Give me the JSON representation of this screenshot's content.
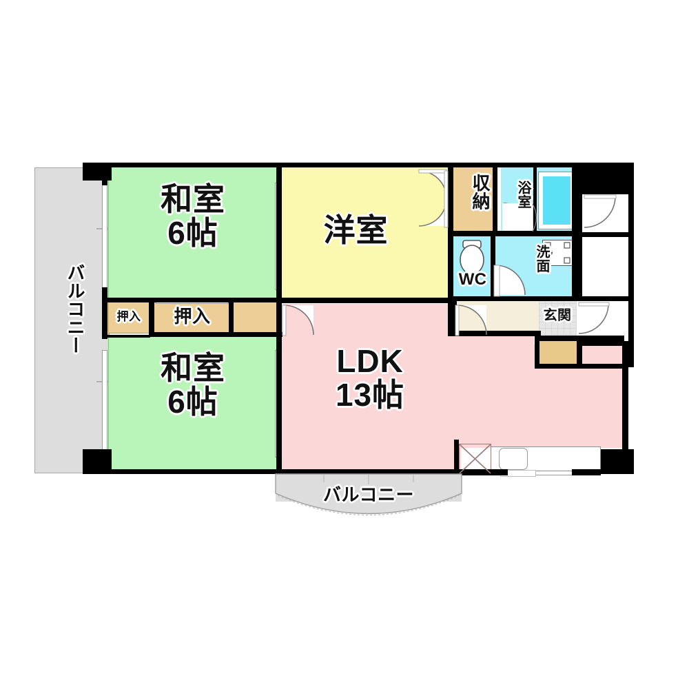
{
  "document": {
    "kind": "floor-plan",
    "layout_code": "3LDK",
    "background_color": "#ffffff"
  },
  "palette": {
    "washitsu": "#b9f5b9",
    "yoshitsu": "#fbf8b0",
    "ldk": "#fbd7d7",
    "closet": "#ecce96",
    "water_area": "#a9f0fb",
    "bathtub": "#5ce0f5",
    "balcony": "#dddddd",
    "hallway": "#f4eedb",
    "genkan_tile": "#e3e3e3",
    "genkan_step": "#e8c98a",
    "wall": "#000000",
    "text": "#111111"
  },
  "rooms": {
    "washitsu_upper": {
      "name": "和室",
      "size": "6帖",
      "label": "和室\n6帖"
    },
    "washitsu_lower": {
      "name": "和室",
      "size": "6帖",
      "label": "和室\n6帖"
    },
    "yoshitsu": {
      "name": "洋室",
      "label": "洋室"
    },
    "ldk": {
      "name": "LDK",
      "size": "13帖",
      "label": "LDK\n13帖"
    },
    "storage": {
      "label": "収\n納",
      "name": "収納"
    },
    "bathroom": {
      "label": "浴\n室",
      "name": "浴室"
    },
    "toilet": {
      "label": "WC",
      "name": "WC"
    },
    "washroom": {
      "label": "洗\n面",
      "name": "洗面"
    },
    "entrance": {
      "label": "玄関",
      "name": "玄関"
    },
    "closet_small": {
      "label": "押入",
      "name": "押入"
    },
    "closet_large": {
      "label": "押入",
      "name": "押入"
    },
    "balcony_left": {
      "label": "バルコニー",
      "name": "バルコニー"
    },
    "balcony_bottom": {
      "label": "バルコニー",
      "name": "バルコニー"
    }
  },
  "fixtures": {
    "bathtub": "bathtub",
    "toilet": "toilet",
    "washing_machine_pan": "washing-machine-pan",
    "stove": "stove",
    "sink": "sink",
    "kitchen_counter": "kitchen-counter"
  }
}
